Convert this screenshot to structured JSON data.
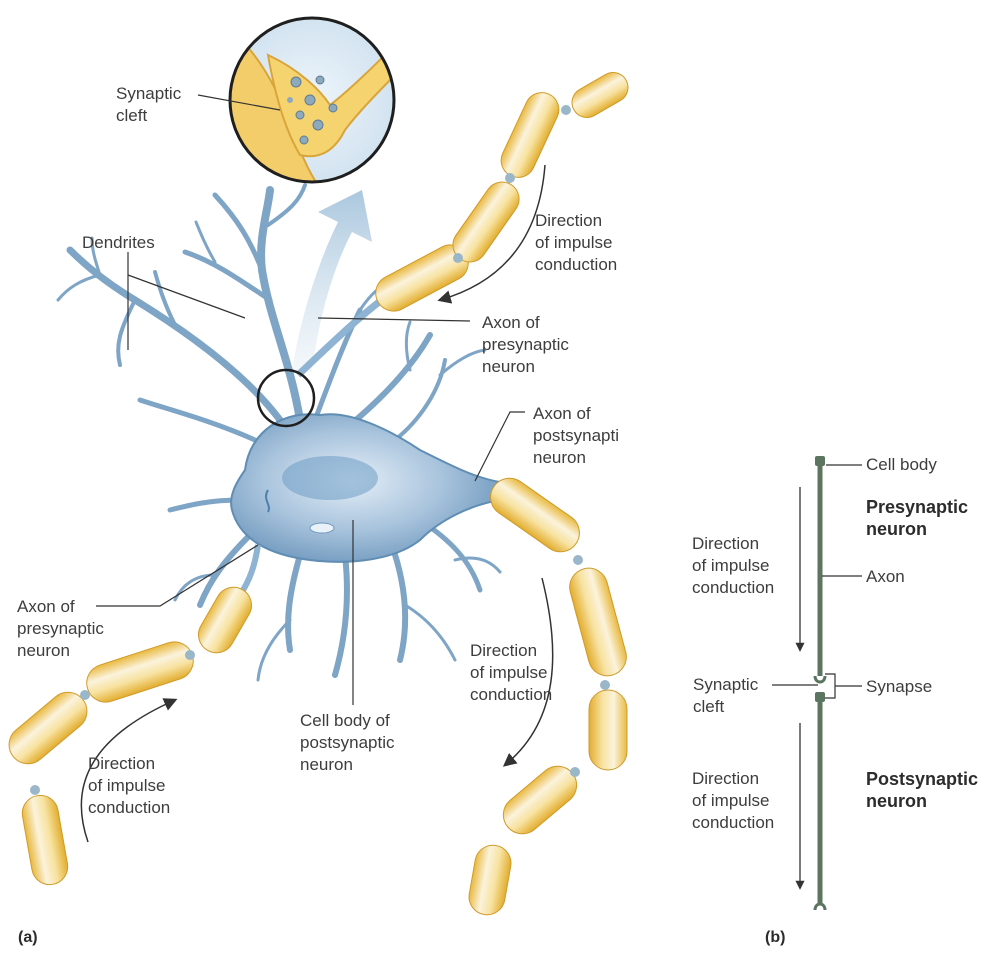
{
  "panel_a": {
    "panel_label": "(a)",
    "labels": {
      "synaptic_cleft": [
        "Synaptic",
        "cleft"
      ],
      "dendrites": "Dendrites",
      "direction_top": [
        "Direction",
        "of impulse",
        "conduction"
      ],
      "axon_presynaptic_top": [
        "Axon of",
        "presynaptic",
        "neuron"
      ],
      "axon_postsynaptic": [
        "Axon of",
        "postsynapti",
        "neuron"
      ],
      "axon_presynaptic_left": [
        "Axon of",
        "presynaptic",
        "neuron"
      ],
      "direction_right": [
        "Direction",
        "of impulse",
        "conduction"
      ],
      "cell_body_postsynaptic": [
        "Cell body of",
        "postsynaptic",
        "neuron"
      ],
      "direction_left": [
        "Direction",
        "of impulse",
        "conduction"
      ]
    }
  },
  "panel_b": {
    "panel_label": "(b)",
    "labels": {
      "cell_body": "Cell body",
      "presynaptic_neuron": [
        "Presynaptic",
        "neuron"
      ],
      "direction_top": [
        "Direction",
        "of impulse",
        "conduction"
      ],
      "axon": "Axon",
      "synaptic_cleft": [
        "Synaptic",
        "cleft"
      ],
      "synapse": "Synapse",
      "direction_bottom": [
        "Direction",
        "of impulse",
        "conduction"
      ],
      "postsynaptic_neuron": [
        "Postsynaptic",
        "neuron"
      ]
    }
  },
  "colors": {
    "neuron_blue": "#8fb3d3",
    "neuron_dark": "#4f7fa8",
    "myelin_yellow": "#f3cd6a",
    "myelin_light": "#fbf2dc",
    "node_blue": "#9ab6c9",
    "axon_green": "#5b7560"
  }
}
